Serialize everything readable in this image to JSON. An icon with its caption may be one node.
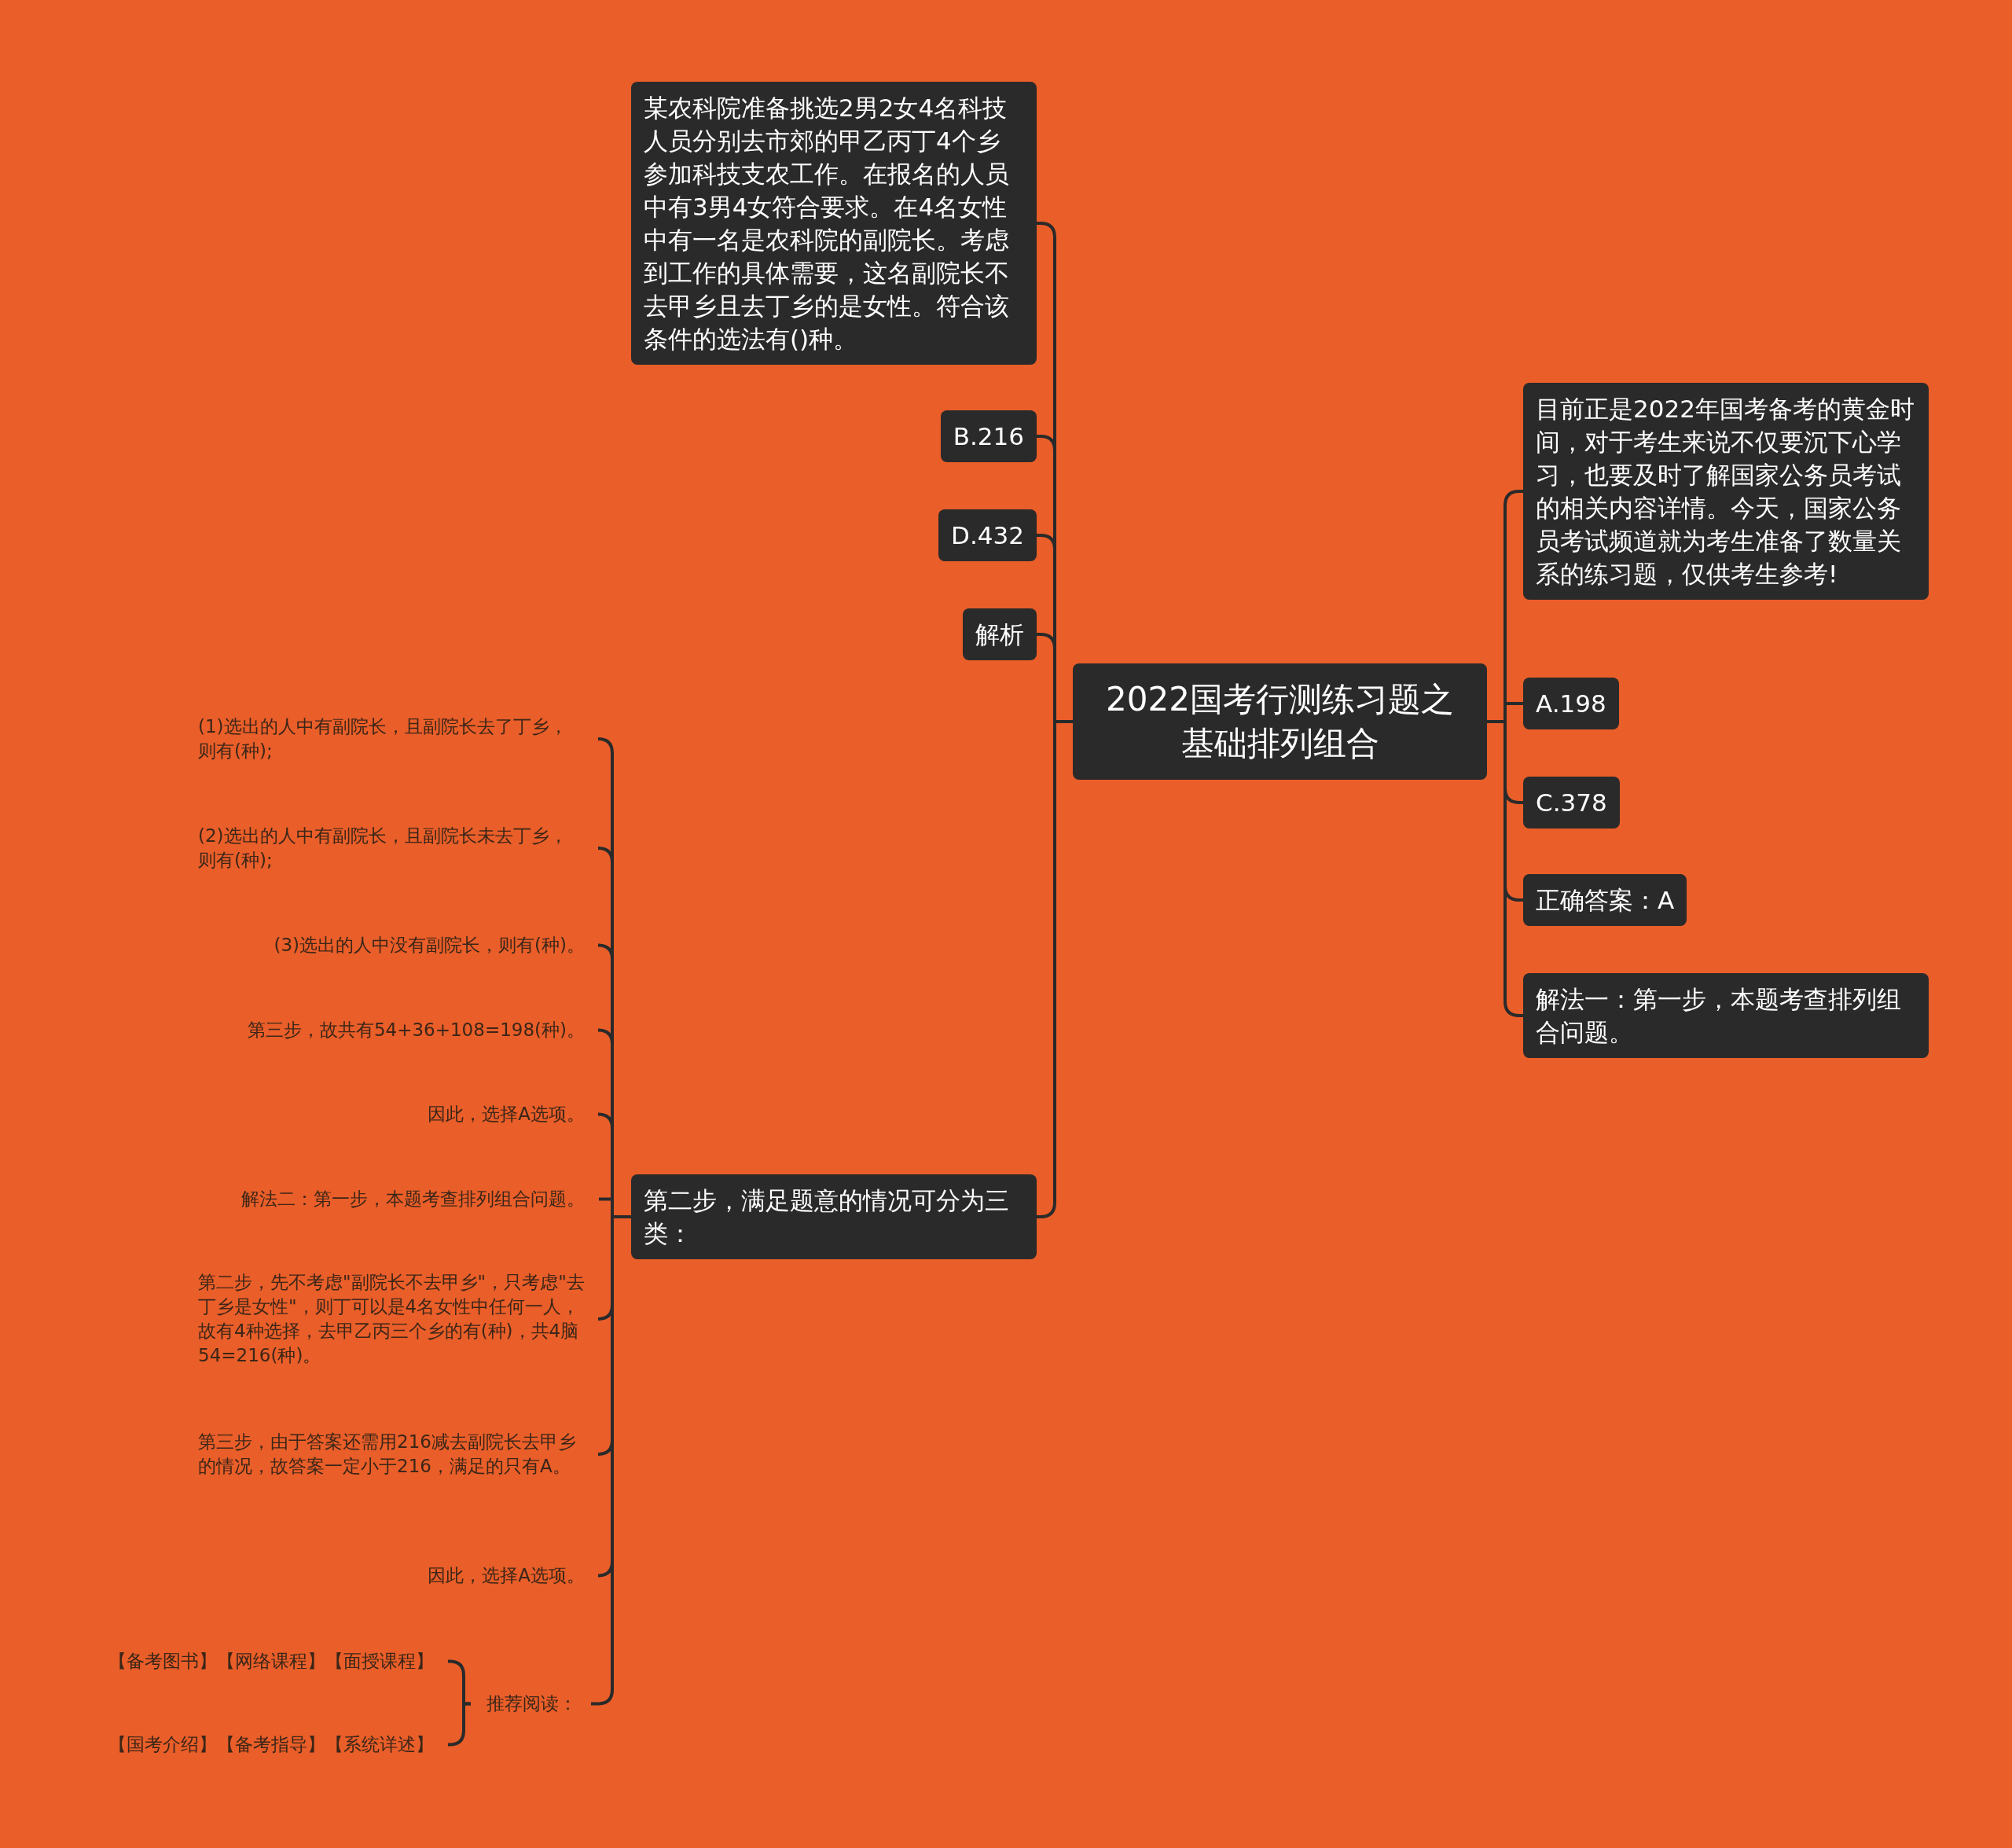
{
  "diagram": {
    "nodes": [
      {
        "text": [
          "2022国考行测练习题之基础排列组合"
        ]
      },
      {
        "text": [
          "某农科院准备挑选2男2女4名科技人员分别去市郊的甲乙丙丁4个乡参加科技支农工作。在报名的人员中有3男4女符合要求。在4名女性中有一名是农科院的副院长。考虑到工作的具体需要，这名副院长不去甲乡且去丁乡的是女性。符合该条件的选法有()种。"
        ]
      },
      {
        "text": [
          "B.216"
        ]
      },
      {
        "text": [
          "D.432"
        ]
      },
      {
        "text": [
          "解析"
        ]
      },
      {
        "text": [
          "第二步，满足题意的情况可分为三类："
        ]
      },
      {
        "text": [
          "(1)选出的人中有副院长，且副院长去了丁乡，则有(种);"
        ]
      },
      {
        "text": [
          "(2)选出的人中有副院长，且副院长未去丁乡，则有(种);"
        ]
      },
      {
        "text": [
          "(3)选出的人中没有副院长，则有(种)。"
        ]
      },
      {
        "text": [
          "第三步，故共有54+36+108=198(种)。"
        ]
      },
      {
        "text": [
          "因此，选择A选项。"
        ]
      },
      {
        "text": [
          "解法二：第一步，本题考查排列组合问题。"
        ]
      },
      {
        "text": [
          "第二步，先不考虑\"副院长不去甲乡\"，只考虑\"去丁乡是女性\"，则丁可以是4名女性中任何一人，故有4种选择，去甲乙丙三个乡的有(种)，共4脑54=216(种)。"
        ]
      },
      {
        "text": [
          "第三步，由于答案还需用216减去副院长去甲乡的情况，故答案一定小于216，满足的只有A。"
        ]
      },
      {
        "text": [
          "因此，选择A选项。"
        ]
      },
      {
        "text": [
          "推荐阅读："
        ]
      },
      {
        "text": [
          "【备考图书】【网络课程】【面授课程】"
        ]
      },
      {
        "text": [
          "【国考介绍】【备考指导】【系统详述】"
        ]
      },
      {
        "text": [
          "目前正是2022年国考备考的黄金时间，对于考生来说不仅要沉下心学习，也要及时了解国家公务员考试的相关内容详情。今天，国家公务员考试频道就为考生准备了数量关系的练习题，仅供考生参考!"
        ]
      },
      {
        "text": [
          "A.198"
        ]
      },
      {
        "text": [
          "C.378"
        ]
      },
      {
        "text": [
          "正确答案：A"
        ]
      },
      {
        "text": [
          "解法一：第一步，本题考查排列组合问题。"
        ]
      }
    ],
    "edges": [
      {
        "from": 0,
        "to": 1,
        "arrow": "none"
      },
      {
        "from": 0,
        "to": 2,
        "arrow": "none"
      },
      {
        "from": 0,
        "to": 3,
        "arrow": "none"
      },
      {
        "from": 0,
        "to": 4,
        "arrow": "none"
      },
      {
        "from": 0,
        "to": 5,
        "arrow": "none"
      },
      {
        "from": 5,
        "to": 6,
        "arrow": "none"
      },
      {
        "from": 5,
        "to": 7,
        "arrow": "none"
      },
      {
        "from": 5,
        "to": 8,
        "arrow": "none"
      },
      {
        "from": 5,
        "to": 9,
        "arrow": "none"
      },
      {
        "from": 5,
        "to": 10,
        "arrow": "none"
      },
      {
        "from": 5,
        "to": 11,
        "arrow": "none"
      },
      {
        "from": 5,
        "to": 12,
        "arrow": "none"
      },
      {
        "from": 5,
        "to": 13,
        "arrow": "none"
      },
      {
        "from": 5,
        "to": 14,
        "arrow": "none"
      },
      {
        "from": 5,
        "to": 15,
        "arrow": "none"
      },
      {
        "from": 15,
        "to": 16,
        "arrow": "none"
      },
      {
        "from": 15,
        "to": 17,
        "arrow": "none"
      },
      {
        "from": 0,
        "to": 18,
        "arrow": "none"
      },
      {
        "from": 0,
        "to": 19,
        "arrow": "none"
      },
      {
        "from": 0,
        "to": 20,
        "arrow": "none"
      },
      {
        "from": 0,
        "to": 21,
        "arrow": "none"
      },
      {
        "from": 0,
        "to": 22,
        "arrow": "none"
      }
    ]
  }
}
